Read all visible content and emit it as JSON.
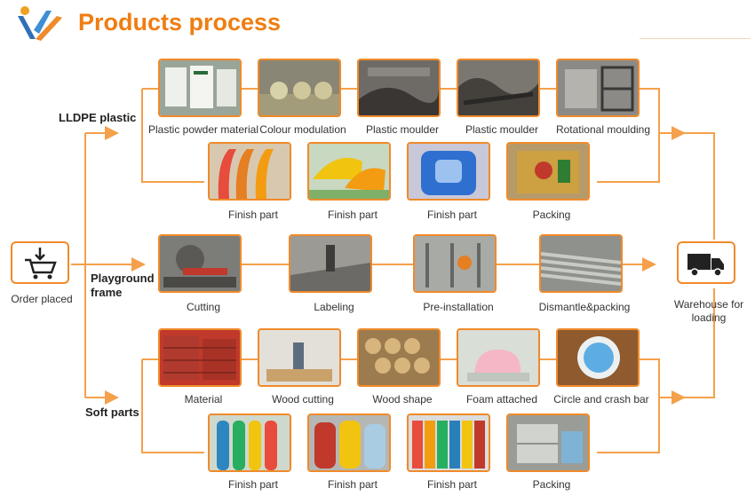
{
  "header": {
    "title": "Products process",
    "logo_icon": "brand-logo-icon"
  },
  "colors": {
    "accent": "#f07d12",
    "line": "#f5a04a"
  },
  "start": {
    "label": "Order placed",
    "icon": "cart-download-icon"
  },
  "end": {
    "label": "Warehouse for loading",
    "icon": "delivery-truck-icon"
  },
  "branches": {
    "lldpe": {
      "label": "LLDPE plastic",
      "row1": [
        "Plastic powder material",
        "Colour modulation",
        "Plastic moulder",
        "Plastic moulder",
        "Rotational moulding"
      ],
      "row2": [
        "Finish part",
        "Finish part",
        "Finish part",
        "Packing"
      ]
    },
    "playground": {
      "label": "Playground frame",
      "row1": [
        "Cutting",
        "Labeling",
        "Pre-installation",
        "Dismantle&packing"
      ]
    },
    "soft": {
      "label": "Soft parts",
      "row1": [
        "Material",
        "Wood cutting",
        "Wood shape",
        "Foam attached",
        "Circle and crash bar"
      ],
      "row2": [
        "Finish part",
        "Finish part",
        "Finish part",
        "Packing"
      ]
    }
  }
}
